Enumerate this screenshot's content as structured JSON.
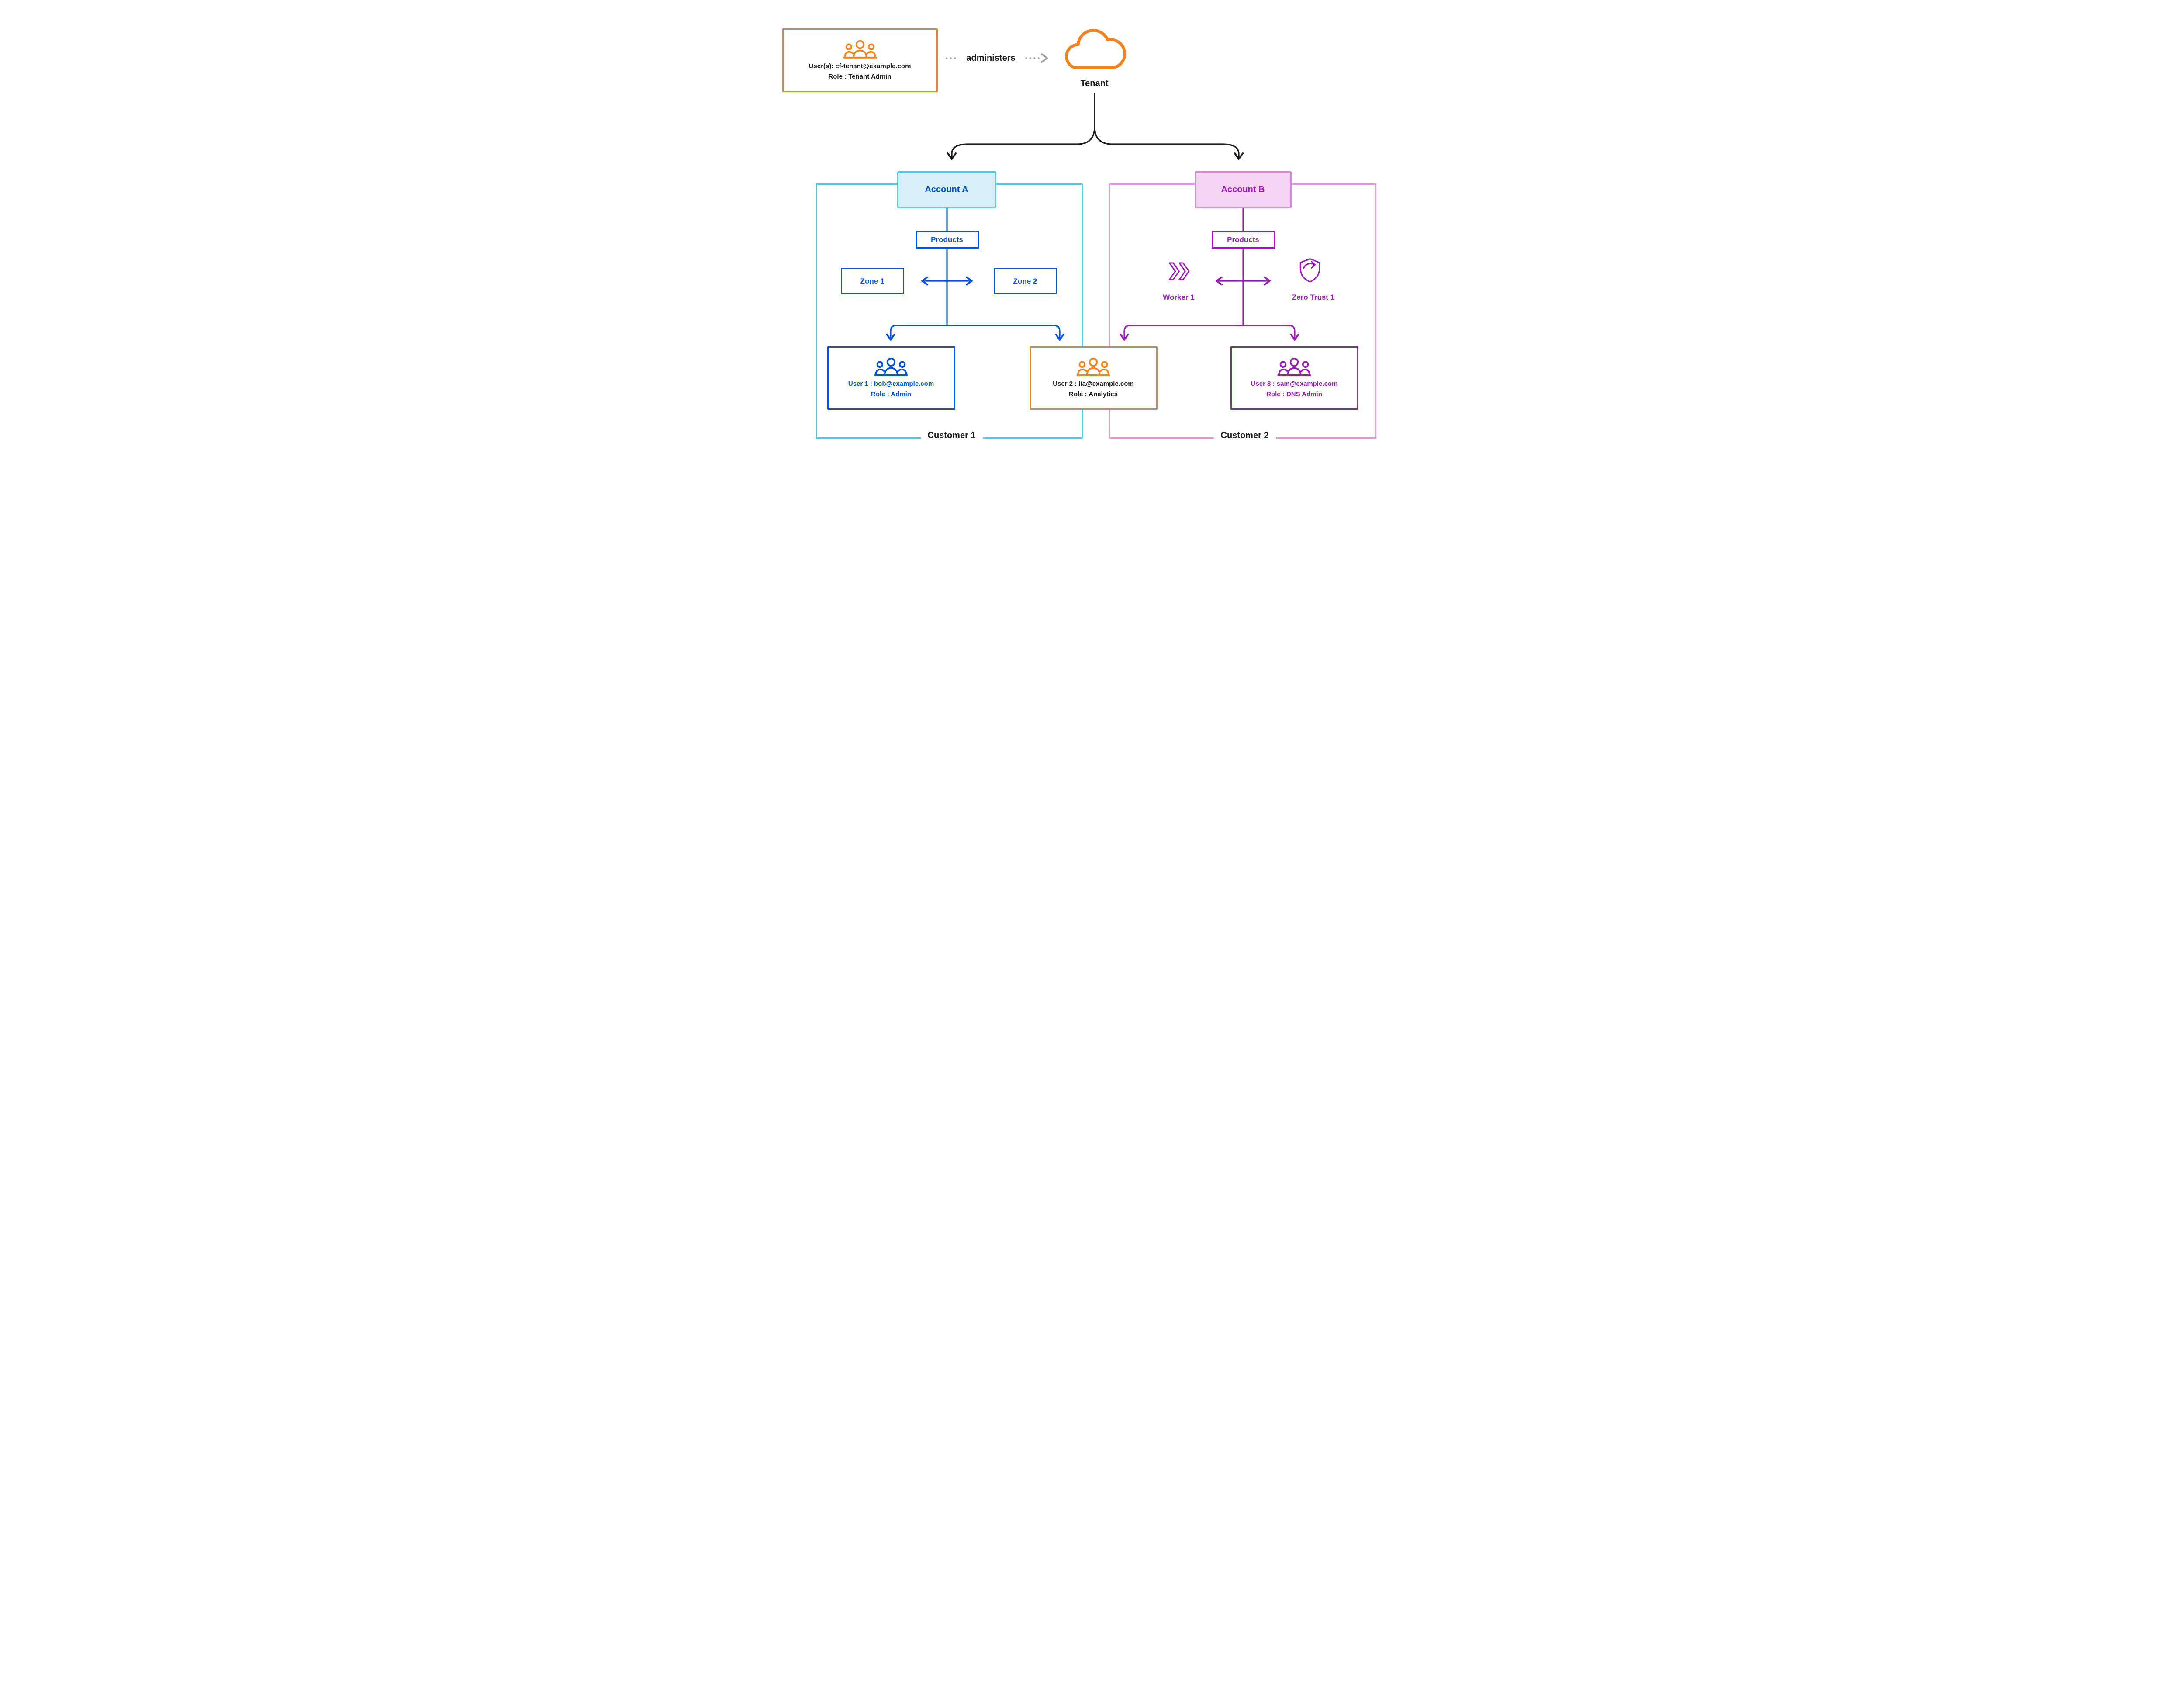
{
  "labels": {
    "administers": "administers",
    "tenant": "Tenant"
  },
  "tenantAdmin": {
    "line1": "User(s): cf-tenant@example.com",
    "line2": "Role : Tenant Admin"
  },
  "customer1": {
    "label": "Customer 1",
    "account": "Account A",
    "products": "Products",
    "zone1": "Zone 1",
    "zone2": "Zone 2",
    "user1": {
      "line1": "User 1 : bob@example.com",
      "line2": "Role : Admin"
    },
    "user2": {
      "line1": "User 2 : lia@example.com",
      "line2": "Role : Analytics"
    }
  },
  "customer2": {
    "label": "Customer 2",
    "account": "Account B",
    "products": "Products",
    "worker": "Worker 1",
    "zeroTrust": "Zero Trust 1",
    "user3": {
      "line1": "User 3 : sam@example.com",
      "line2": "Role : DNS Admin"
    }
  },
  "colors": {
    "orange": "#f6821f",
    "blue": "#0055dc",
    "cyan_border": "#5fc9e4",
    "account_a_fill": "#d9effa",
    "purple": "#9e1bba",
    "pink_border": "#e49ae2",
    "account_b_fill": "#f4d3f3",
    "text_dark": "#1d1d1d",
    "grey_arrow": "#9aa0a6"
  },
  "icons": {
    "tenant_admin": "users-group-icon",
    "tenant": "cloud-icon",
    "user1": "users-group-icon",
    "user2": "users-group-icon",
    "user3": "users-group-icon",
    "worker": "workers-chevrons-icon",
    "zero_trust": "shield-arrow-icon"
  }
}
